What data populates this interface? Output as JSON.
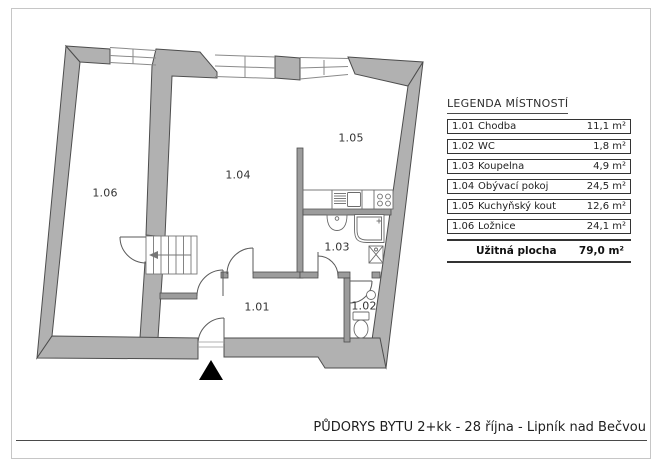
{
  "page": {
    "title": "PŮDORYS BYTU 2+kk - 28 října - Lipník nad Bečvou"
  },
  "legend": {
    "header": "LEGENDA MÍSTNOSTÍ",
    "rooms": [
      {
        "code": "1.01",
        "name": "Chodba",
        "area": "11,1 m²"
      },
      {
        "code": "1.02",
        "name": "WC",
        "area": "1,8 m²"
      },
      {
        "code": "1.03",
        "name": "Koupelna",
        "area": "4,9 m²"
      },
      {
        "code": "1.04",
        "name": "Obývací pokoj",
        "area": "24,5 m²"
      },
      {
        "code": "1.05",
        "name": "Kuchyňský kout",
        "area": "12,6 m²"
      },
      {
        "code": "1.06",
        "name": "Ložnice",
        "area": "24,1 m²"
      }
    ],
    "total_label": "Užitná plocha",
    "total_area": "79,0 m²"
  },
  "colors": {
    "wall_fill": "#b1b1b1",
    "wall_stroke": "#4d4d4d",
    "thin_wall_fill": "#9c9c9c",
    "fixture_line": "#6b6b6b",
    "door_line": "#5a5a5a",
    "entrance_marker": "#000000",
    "frame_border": "#c6c6c6"
  }
}
